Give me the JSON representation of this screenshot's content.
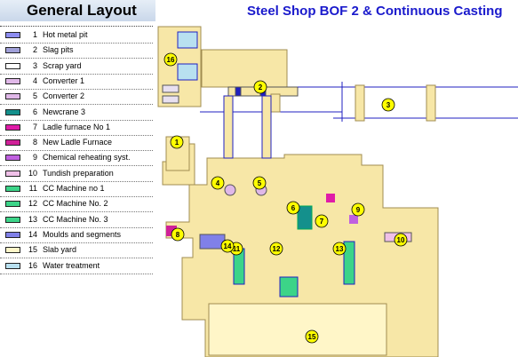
{
  "legend": {
    "title": "General Layout",
    "items": [
      {
        "num": "1",
        "label": "Hot metal pit",
        "color": "#8c8cf0"
      },
      {
        "num": "2",
        "label": "Slag pits",
        "color": "#a0a0d8"
      },
      {
        "num": "3",
        "label": "Scrap yard",
        "color": "#ffffff"
      },
      {
        "num": "4",
        "label": "Converter 1",
        "color": "#e0b8e8"
      },
      {
        "num": "5",
        "label": "Converter 2",
        "color": "#e0b8e8"
      },
      {
        "num": "6",
        "label": "Newcrane 3",
        "color": "#14908c"
      },
      {
        "num": "7",
        "label": "Ladle furnace No 1",
        "color": "#e01ca8"
      },
      {
        "num": "8",
        "label": "New Ladle Furnace",
        "color": "#d02098"
      },
      {
        "num": "9",
        "label": "Chemical reheating syst.",
        "color": "#c060e0"
      },
      {
        "num": "10",
        "label": "Tundish preparation",
        "color": "#f0c0e8"
      },
      {
        "num": "11",
        "label": "CC Machine no 1",
        "color": "#3cd488"
      },
      {
        "num": "12",
        "label": "CC Machine No. 2",
        "color": "#3cd488"
      },
      {
        "num": "13",
        "label": "CC Machine No. 3",
        "color": "#3cd488"
      },
      {
        "num": "14",
        "label": "Moulds and segments",
        "color": "#8080e8"
      },
      {
        "num": "15",
        "label": "Slab yard",
        "color": "#fff6c8"
      },
      {
        "num": "16",
        "label": "Water treatment",
        "color": "#b8e0f0"
      }
    ]
  },
  "plan": {
    "title": "Steel Shop BOF 2 & Continuous Casting",
    "markers": [
      "1",
      "2",
      "3",
      "4",
      "5",
      "6",
      "7",
      "8",
      "9",
      "10",
      "11",
      "12",
      "13",
      "14",
      "15",
      "16"
    ]
  },
  "colors": {
    "building": "#f7e7a7",
    "outline": "#a08c50",
    "blue": "#2020c0",
    "marker": "#ffff00"
  }
}
